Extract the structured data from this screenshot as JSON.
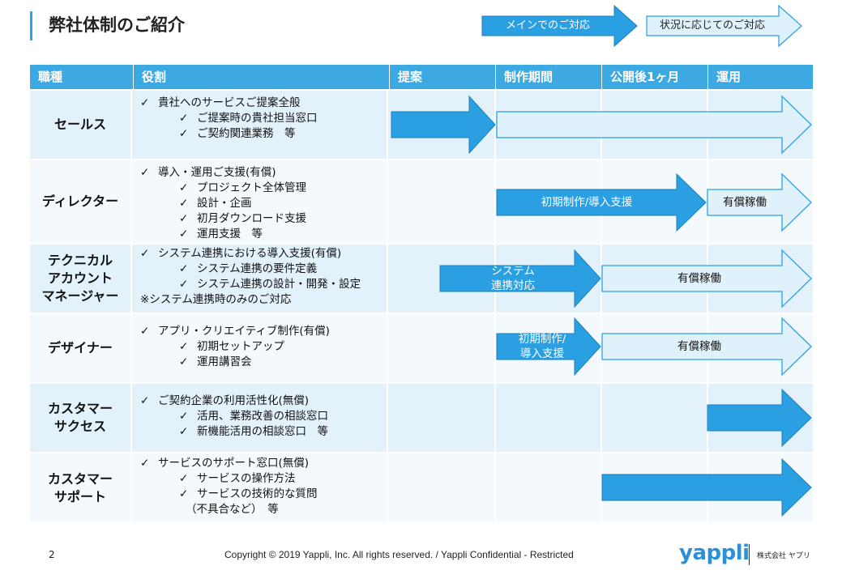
{
  "title": "弊社体制のご紹介",
  "legend": {
    "main": "メインでのご対応",
    "situational": "状況に応じてのご対応"
  },
  "colors": {
    "main_arrow": "#2aa0e3",
    "situational_arrow": "#dff1fb",
    "header": "#3da9e3"
  },
  "headers": [
    "職種",
    "役割",
    "提案",
    "制作期間",
    "公開後1ヶ月",
    "運用"
  ],
  "rows": [
    {
      "role": "セールス",
      "lines": [
        "貴社へのサービスご提案全般",
        "ご提案時の貴社担当窓口",
        "ご契約関連業務　等"
      ],
      "levels": [
        1,
        2,
        2
      ],
      "arrows": []
    },
    {
      "role": "ディレクター",
      "lines": [
        "導入・運用ご支援(有償)",
        "プロジェクト全体管理",
        "設計・企画",
        "初月ダウンロード支援",
        "運用支援　等"
      ],
      "levels": [
        1,
        2,
        2,
        2,
        2
      ],
      "arrows": [
        "初期制作/導入支援",
        "有償稼働"
      ]
    },
    {
      "role": "テクニカル\nアカウント\nマネージャー",
      "lines": [
        "システム連携における導入支援(有償)",
        "システム連携の要件定義",
        "システム連携の設計・開発・設定",
        "※システム連携時のみのご対応"
      ],
      "levels": [
        1,
        2,
        2,
        0
      ],
      "arrows": [
        "システム\n連携対応",
        "有償稼働"
      ]
    },
    {
      "role": "デザイナー",
      "lines": [
        "アプリ・クリエイティブ制作(有償)",
        "初期セットアップ",
        "運用講習会"
      ],
      "levels": [
        1,
        2,
        2
      ],
      "arrows": [
        "初期制作/\n導入支援",
        "有償稼働"
      ]
    },
    {
      "role": "カスタマー\nサクセス",
      "lines": [
        "ご契約企業の利用活性化(無償)",
        "活用、業務改善の相談窓口",
        "新機能活用の相談窓口　等"
      ],
      "levels": [
        1,
        2,
        2
      ],
      "arrows": []
    },
    {
      "role": "カスタマー\nサポート",
      "lines": [
        "サービスのサポート窓口(無償)",
        "サービスの操作方法",
        "サービスの技術的な質問",
        "（不具合など）　等"
      ],
      "levels": [
        1,
        2,
        2,
        3
      ],
      "arrows": []
    }
  ],
  "footer": {
    "page": "2",
    "copyright": "Copyright © 2019 Yappli, Inc. All rights reserved. / Yappli Confidential - Restricted",
    "logo": "yappli",
    "company": "株式会社 ヤプリ"
  }
}
